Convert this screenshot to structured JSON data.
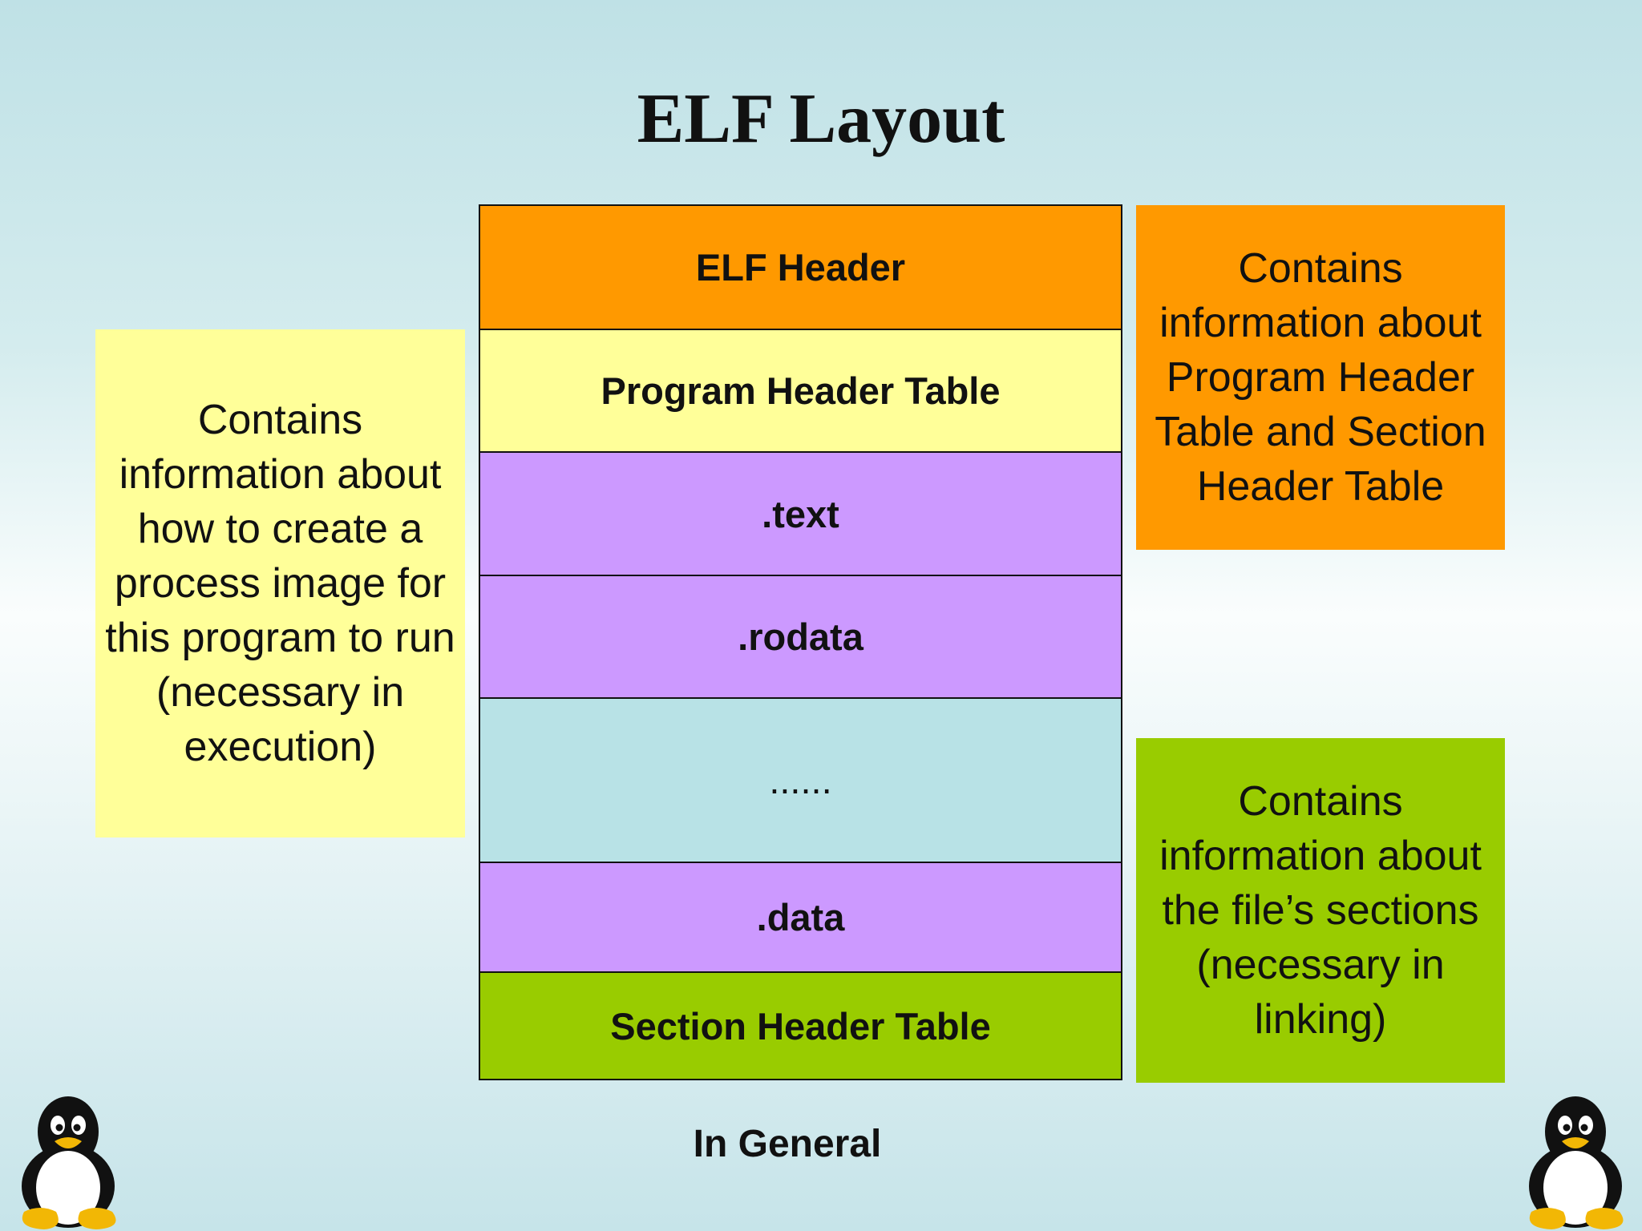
{
  "title": "ELF Layout",
  "colors": {
    "elf_header": "#ff9900",
    "program_header_table": "#ffff99",
    "section": "#cc99ff",
    "ellipsis": "#b8e2e6",
    "section_header_table": "#99cc00"
  },
  "layout": {
    "segments": [
      {
        "label": "ELF Header"
      },
      {
        "label": "Program Header Table"
      },
      {
        "label": ".text"
      },
      {
        "label": ".rodata"
      },
      {
        "label": "......"
      },
      {
        "label": ".data"
      },
      {
        "label": "Section Header Table"
      }
    ]
  },
  "notes": {
    "program_header": "Contains information about how to create a process image for this program to run (necessary in execution)",
    "elf_header": "Contains information about Program Header Table and Section Header Table",
    "section_header": "Contains information about the file’s sections (necessary in linking)"
  },
  "caption": "In General",
  "icons": {
    "left": "tux-penguin-icon",
    "right": "tux-penguin-icon"
  }
}
